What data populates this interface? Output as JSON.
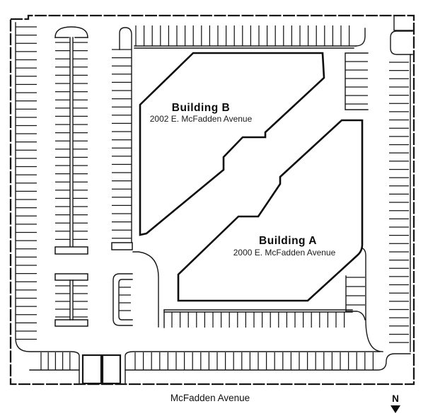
{
  "site_plan": {
    "buildings": [
      {
        "id": "building-b",
        "name": "Building B",
        "address": "2002 E. McFadden Avenue"
      },
      {
        "id": "building-a",
        "name": "Building A",
        "address": "2000 E. McFadden Avenue"
      }
    ],
    "street": {
      "name": "McFadden Avenue"
    },
    "compass": {
      "label": "N",
      "icon": "north-arrow-icon",
      "direction": "down"
    },
    "colors": {
      "line": "#161616",
      "building_outline": "#0d0d0d",
      "background": "#ffffff"
    }
  }
}
